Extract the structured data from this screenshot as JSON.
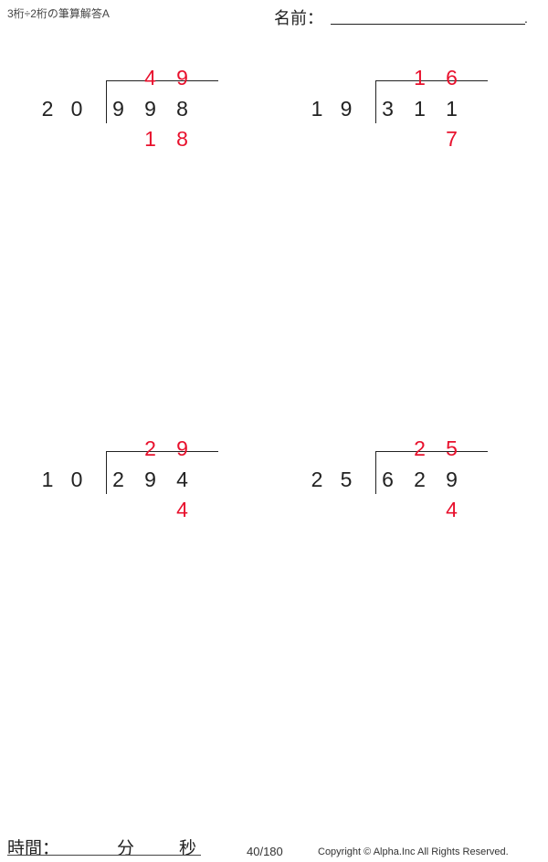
{
  "header": {
    "title": "3桁÷2桁の筆算解答A",
    "name_label": "名前：",
    "name_dot": "."
  },
  "problems": [
    {
      "divisor": [
        "2",
        "0"
      ],
      "dividend": [
        "9",
        "9",
        "8"
      ],
      "quotient": [
        "4",
        "9"
      ],
      "remainder": [
        "1",
        "8"
      ]
    },
    {
      "divisor": [
        "1",
        "9"
      ],
      "dividend": [
        "3",
        "1",
        "1"
      ],
      "quotient": [
        "1",
        "6"
      ],
      "remainder": [
        "7"
      ]
    },
    {
      "divisor": [
        "1",
        "0"
      ],
      "dividend": [
        "2",
        "9",
        "4"
      ],
      "quotient": [
        "2",
        "9"
      ],
      "remainder": [
        "4"
      ]
    },
    {
      "divisor": [
        "2",
        "5"
      ],
      "dividend": [
        "6",
        "2",
        "9"
      ],
      "quotient": [
        "2",
        "5"
      ],
      "remainder": [
        "4"
      ]
    }
  ],
  "footer": {
    "time_label": "時間：",
    "minutes_label": "分",
    "seconds_label": "秒",
    "page": "40/180",
    "copyright": "Copyright © Alpha.Inc All Rights Reserved."
  },
  "colors": {
    "answer": "#e8112d"
  }
}
